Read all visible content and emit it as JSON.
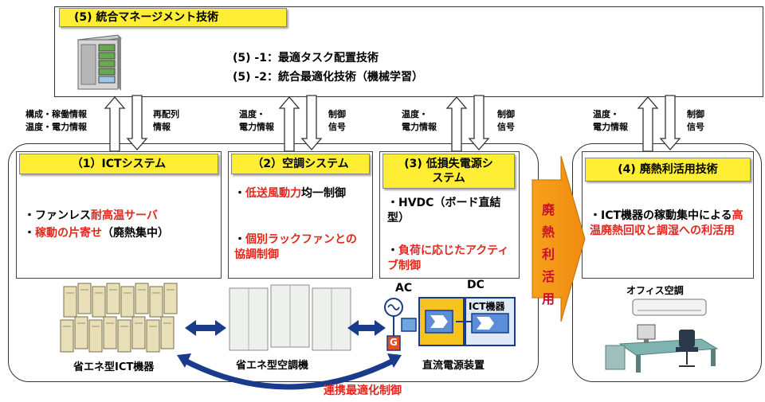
{
  "management": {
    "title": "(5) 統合マネージメント技術",
    "lines": [
      "(5) -1：最適タスク配置技術",
      "(5) -2：統合最適化技術（機械学習）"
    ]
  },
  "arrow_labels": {
    "ict_up": [
      "構成・稼働情報",
      "温度・電力情報"
    ],
    "ict_down": [
      "再配列",
      "情報"
    ],
    "air_up": [
      "温度・",
      "電力情報"
    ],
    "air_down": [
      "制御",
      "信号"
    ],
    "power_up": [
      "温度・",
      "電力情報"
    ],
    "power_down": [
      "制御",
      "信号"
    ],
    "heat_up": [
      "温度・",
      "電力情報"
    ],
    "heat_down": [
      "制御",
      "信号"
    ]
  },
  "systems": {
    "ict": {
      "title": "（1）ICTシステム",
      "items": [
        {
          "pre": "・ファンレス",
          "hi": "耐高温サーバ",
          "post": ""
        },
        {
          "pre": "・",
          "hi": "稼動の片寄せ",
          "post": "（廃熱集中）"
        }
      ],
      "caption": "省エネ型ICT機器"
    },
    "aircon": {
      "title": "（2）空調システム",
      "items": [
        {
          "pre": "・",
          "hi": "低送風動力",
          "post": "均一制御"
        },
        {
          "pre": "・",
          "hi": "個別ラックファンとの協調制御",
          "post": ""
        }
      ],
      "caption": "省エネ型空調機"
    },
    "power": {
      "title": "(3) 低損失電源システム",
      "items": [
        {
          "pre": "・HVDC（ボード直結型）",
          "hi": "",
          "post": ""
        },
        {
          "pre": "・",
          "hi": "負荷に応じたアクティブ制御",
          "post": ""
        }
      ],
      "caption": "直流電源装置",
      "ac_label": "AC",
      "dc_label": "DC",
      "device_label": "ICT機器",
      "g_label": "G"
    },
    "heat": {
      "title": "(4) 廃熱利活用技術",
      "item_pre": "・ICT機器の稼動集中による",
      "item_hi": "高温廃熱回収と調湿への利活用",
      "caption": "オフィス空調"
    }
  },
  "big_arrow_label": "廃熱利活用",
  "coordination_label": "連携最適化制御",
  "colors": {
    "title_yellow": "#ffee33",
    "highlight_red": "#e0281e",
    "arrow_orange": "#f7a21b",
    "link_blue": "#1a3a8c"
  }
}
